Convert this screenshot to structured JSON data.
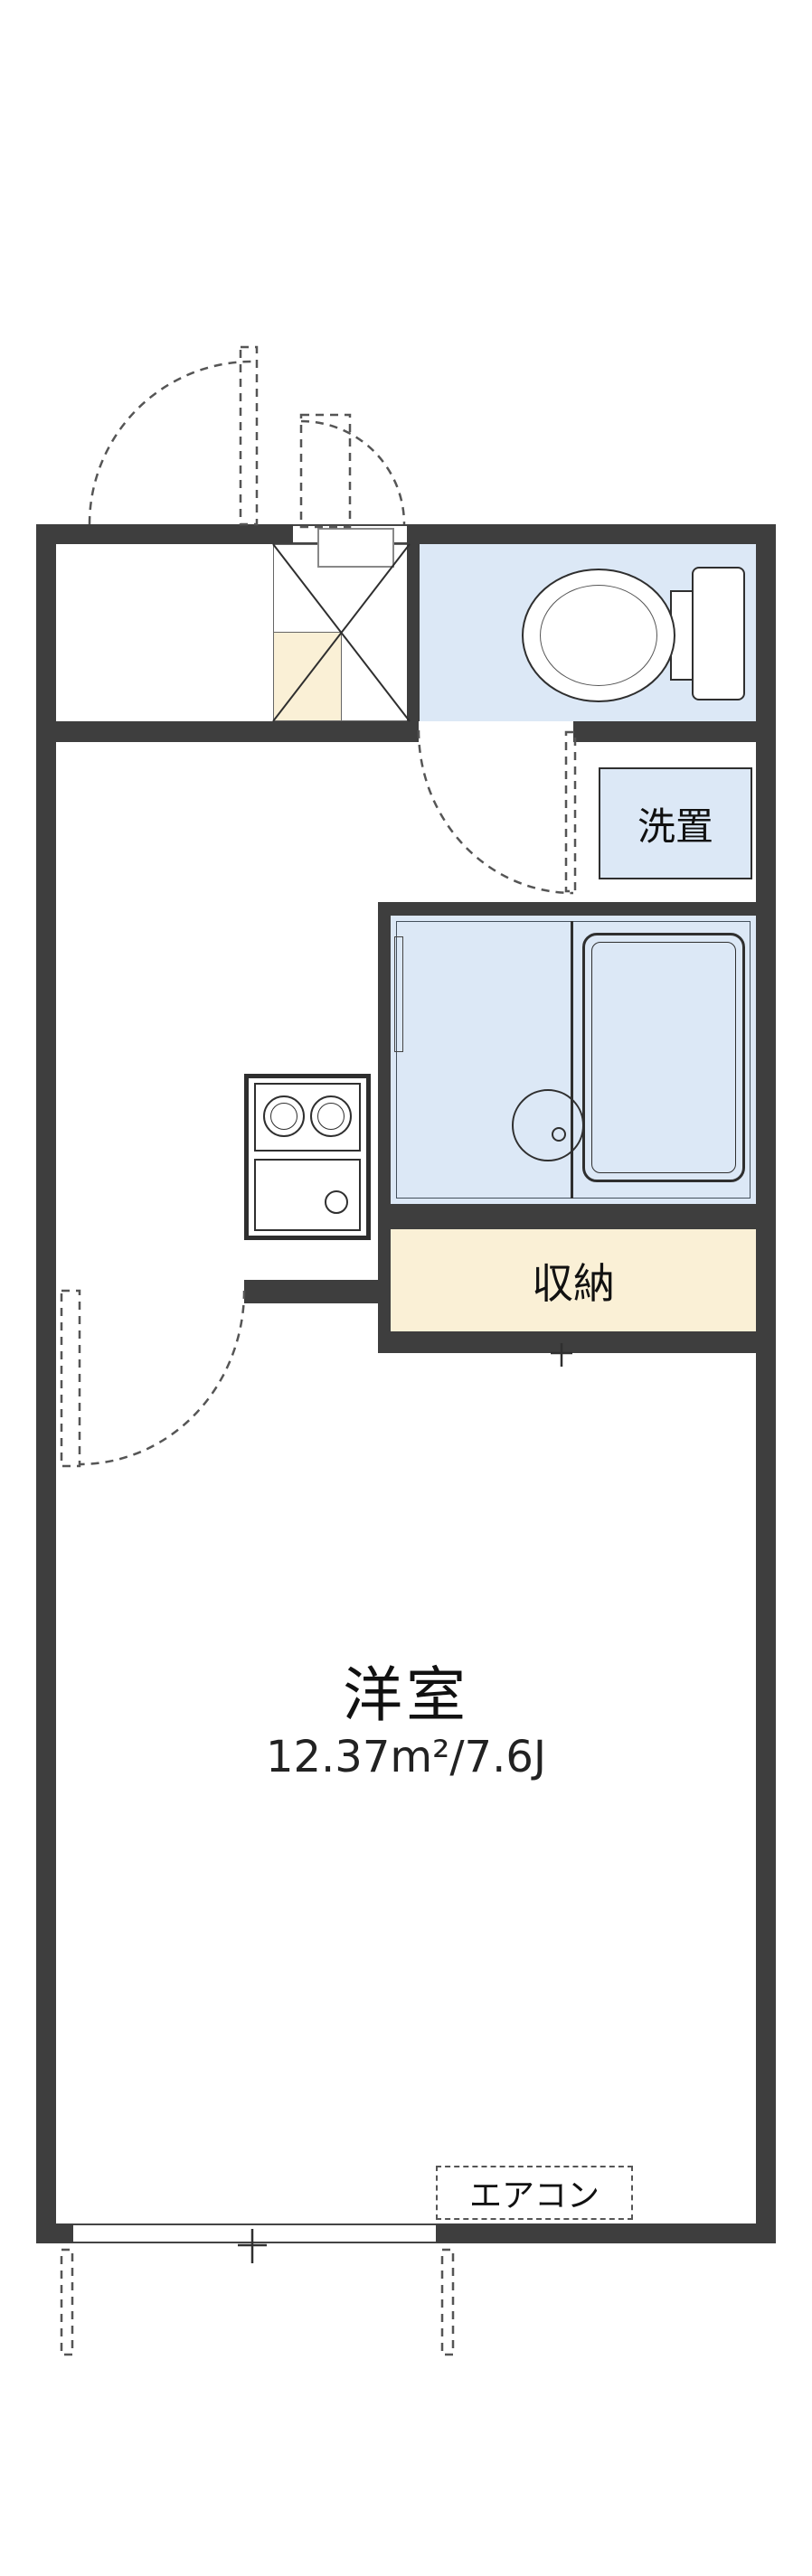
{
  "colors": {
    "wall": "#3e3e3e",
    "line": "#2f2f2f",
    "blue": "#dce8f6",
    "cream": "#faf0d6",
    "dash": "#555555",
    "bg": "#ffffff",
    "text": "#111111"
  },
  "plan": {
    "washer_label": "洗置",
    "closet_label": "収納",
    "main_room_name": "洋室",
    "main_room_area": "12.37m²/7.6J",
    "ac_label": "エアコン",
    "fixtures": [
      "toilet",
      "bathtub",
      "wash-basin",
      "washer-space",
      "stove-2-burner",
      "kitchen-sink",
      "closet",
      "air-conditioner",
      "entry-door",
      "toilet-door",
      "room-door",
      "balcony-markers"
    ]
  }
}
